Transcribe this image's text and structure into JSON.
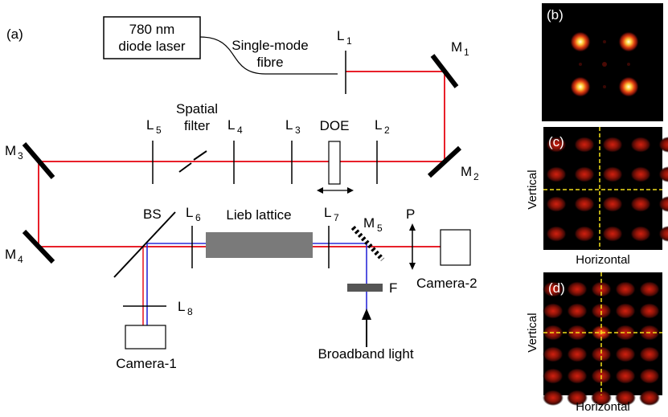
{
  "panel_a": {
    "label": "(a)",
    "laser": [
      "780 nm",
      "diode laser"
    ],
    "fibre": [
      "Single-mode",
      "fibre"
    ],
    "lenses": {
      "L1": "1",
      "L2": "2",
      "L3": "3",
      "L4": "4",
      "L5": "5",
      "L6": "6",
      "L7": "7",
      "L8": "8"
    },
    "mirrors": {
      "M1": "1",
      "M2": "2",
      "M3": "3",
      "M4": "4",
      "M5": "5"
    },
    "lens_letter": "L",
    "mirror_letter": "M",
    "spatial_filter": [
      "Spatial",
      "filter"
    ],
    "doe": "DOE",
    "bs": "BS",
    "lieb": "Lieb lattice",
    "p": "P",
    "f": "F",
    "camera1": "Camera-1",
    "camera2": "Camera-2",
    "broadband": "Broadband light"
  },
  "panel_b": {
    "label": "(b)"
  },
  "panel_c": {
    "label": "(c)",
    "xlabel": "Horizontal",
    "ylabel": "Vertical"
  },
  "panel_d": {
    "label": "(d)",
    "xlabel": "Horizontal",
    "ylabel": "Vertical"
  },
  "colors": {
    "beam_red": "#e8202a",
    "beam_blue": "#2a2ad8",
    "guide": "#f2e01a",
    "panel_bg": "#000000"
  }
}
